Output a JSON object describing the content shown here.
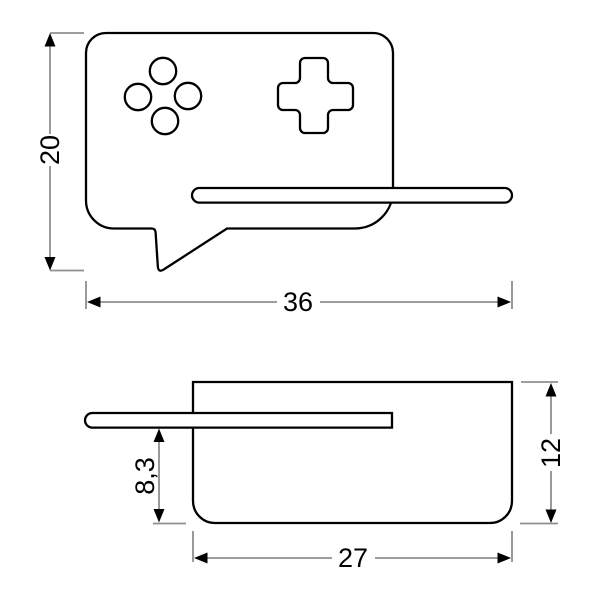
{
  "drawing": {
    "type": "technical-dimension-drawing",
    "subject": "gamepad-speech-bubble-wall-shelf",
    "views": {
      "front": {
        "dimensions": {
          "height": "20",
          "width": "36"
        }
      },
      "side": {
        "dimensions": {
          "height": "12",
          "shelf_offset": "8,3",
          "depth": "27"
        }
      }
    }
  },
  "colors": {
    "background": "#ffffff",
    "outline": "#000000",
    "dimension_line": "#8f8f8f",
    "arrowhead": "#000000",
    "label": "#000000"
  }
}
